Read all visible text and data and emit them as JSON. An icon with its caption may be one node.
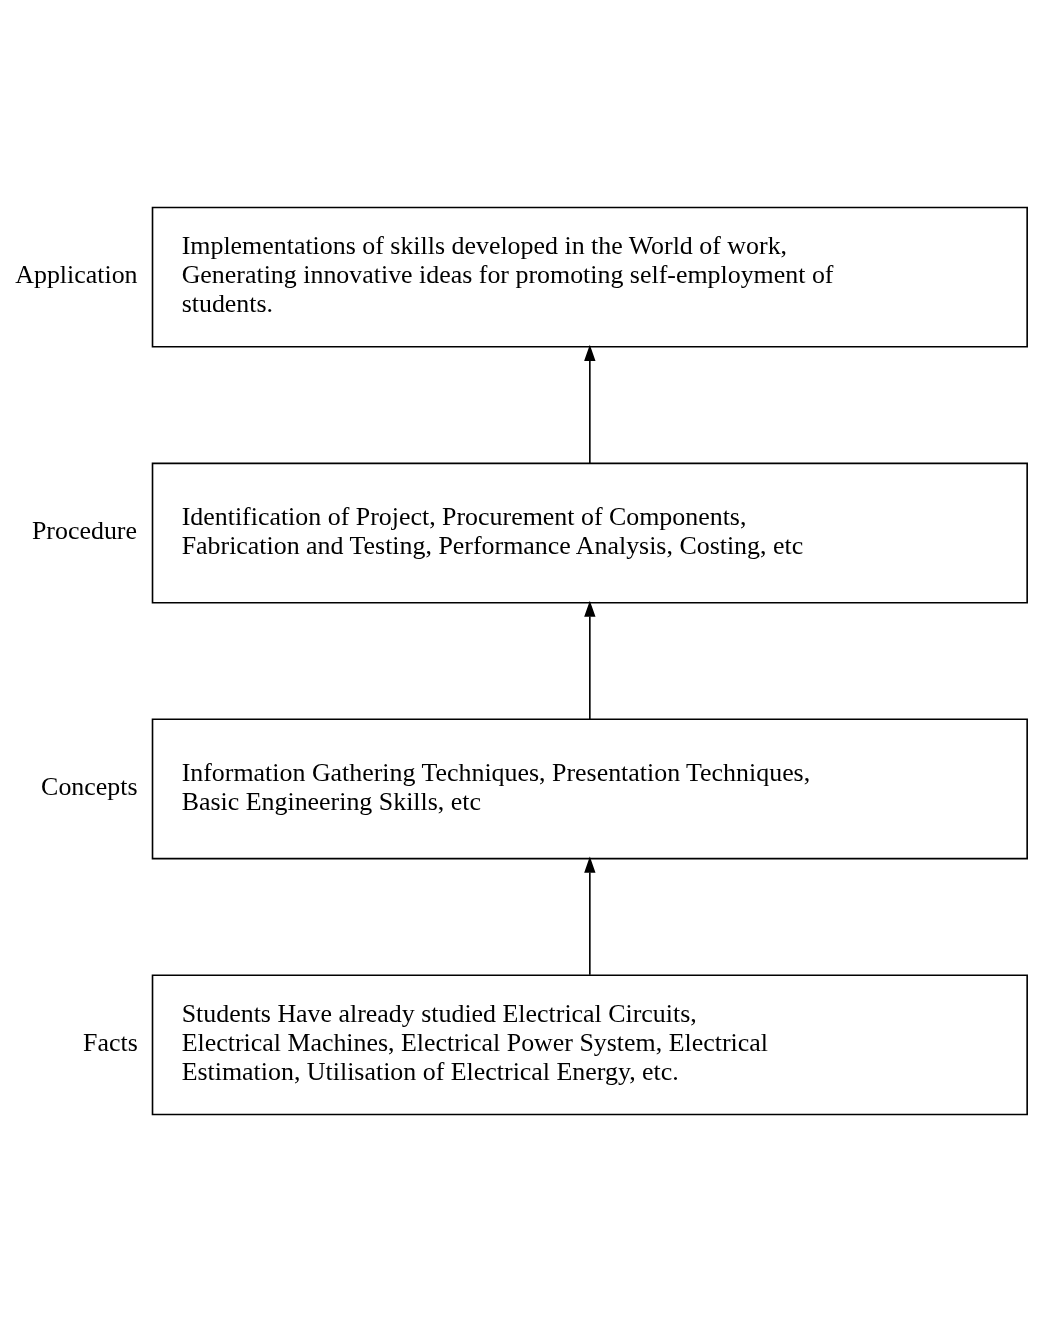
{
  "diagram": {
    "nodes": [
      {
        "text": [
          "Implementations of skills developed in the World of work, Generating innovative ideas for promoting self-employment of students."
        ],
        "beside": [
          "Application"
        ]
      },
      {
        "text": [
          "Identification of Project, Procurement of Components, Fabrication and Testing, Performance Analysis, Costing, etc"
        ],
        "beside": [
          "Procedure"
        ]
      },
      {
        "text": [
          "Information Gathering Techniques, Presentation Techniques, Basic Engineering Skills, etc"
        ],
        "beside": [
          "Concepts"
        ]
      },
      {
        "text": [
          "Students Have already studied Electrical Circuits, Electrical Machines, Electrical Power System, Electrical Estimation, Utilisation of Electrical Energy, etc."
        ],
        "beside": [
          "Facts"
        ]
      }
    ],
    "edges": [
      {
        "from": 3,
        "to": 2,
        "arrow": "to"
      },
      {
        "from": 2,
        "to": 1,
        "arrow": "to"
      },
      {
        "from": 1,
        "to": 0,
        "arrow": "to"
      }
    ]
  }
}
